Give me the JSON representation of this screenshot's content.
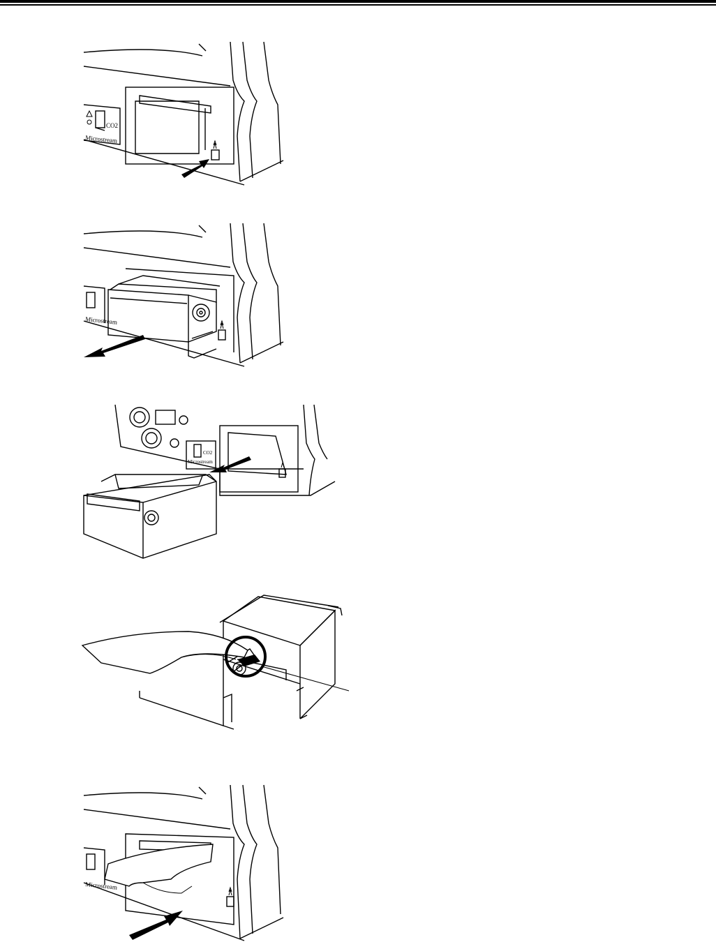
{
  "figures": [
    {
      "id": "step1",
      "labels": {
        "co2": "CO2",
        "brand": "Microstream"
      }
    },
    {
      "id": "step2",
      "labels": {
        "brand": "Microstream"
      }
    },
    {
      "id": "step3",
      "labels": {
        "co2": "CO2",
        "brand": "Microstream"
      }
    },
    {
      "id": "step4",
      "labels": {}
    },
    {
      "id": "step5",
      "labels": {
        "brand": "Microstream"
      }
    }
  ],
  "icons": [
    "warning-triangle-icon",
    "connector-port-icon",
    "arrow-icon",
    "highlight-circle"
  ]
}
